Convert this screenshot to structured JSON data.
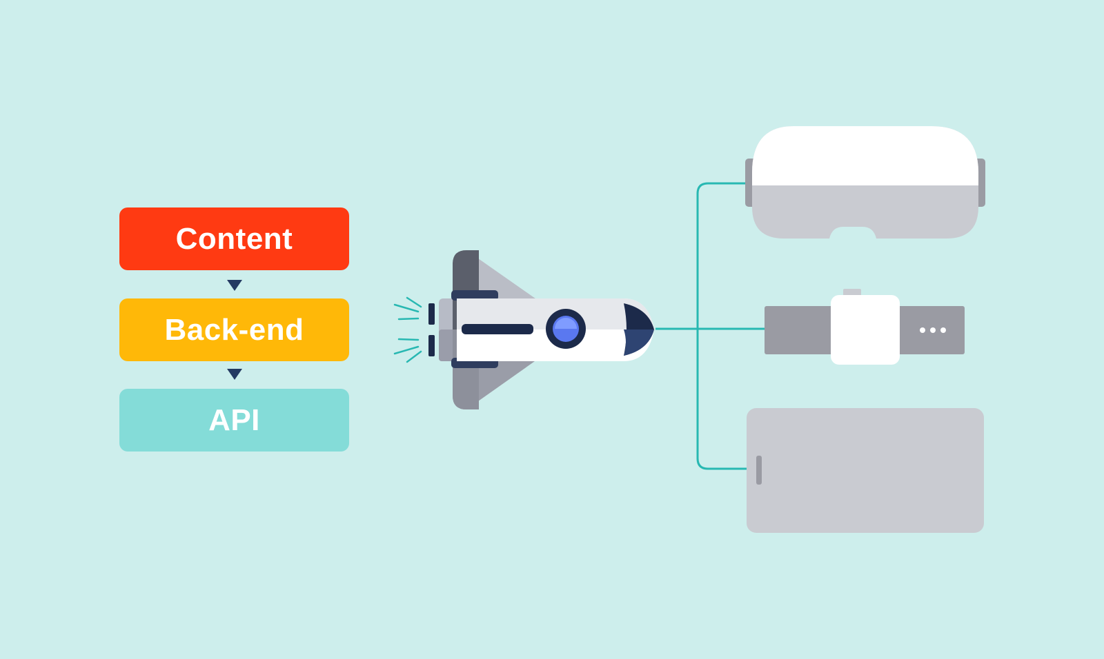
{
  "stack": {
    "boxes": [
      {
        "label": "Content",
        "color": "#ff3a12"
      },
      {
        "label": "Back-end",
        "color": "#ffb808"
      },
      {
        "label": "API",
        "color": "#84dcd8"
      }
    ]
  },
  "colors": {
    "background": "#cdeeec",
    "connector": "#28b8b2",
    "arrow": "#243a63",
    "device": "#c9cbd1",
    "device_dark": "#9a9ba3",
    "navy": "#1c2a4a"
  },
  "icons": {
    "launch": "rocket-icon",
    "devices": [
      "vr-headset-icon",
      "smartwatch-icon",
      "smartphone-icon"
    ]
  }
}
